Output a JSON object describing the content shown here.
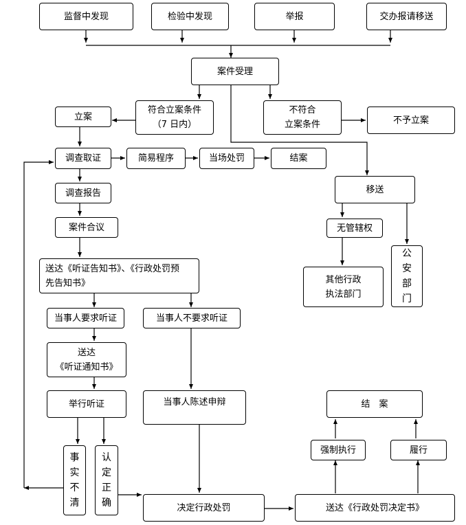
{
  "nodes": {
    "jiandu": "监督中发现",
    "jianyan": "检验中发现",
    "jubao": "举报",
    "jiaoban": "交办报请移送",
    "shouli": "案件受理",
    "fuhe_l1": "符合立案条件",
    "fuhe_l2": "（7 日内）",
    "bufuhe_l1": "不符合",
    "bufuhe_l2": "立案条件",
    "buyu": "不予立案",
    "lian": "立案",
    "diaocha": "调查取证",
    "jianyi": "简易程序",
    "dangchang": "当场处罚",
    "jiean1": "结案",
    "yisong": "移送",
    "baogao": "调查报告",
    "heyi": "案件合议",
    "wuguan": "无管辖权",
    "qita_l1": "其他行政",
    "qita_l2": "执法部门",
    "gongan": "公安部门",
    "songda1_l1": "送达《听证告知书》、《行政处罚预",
    "songda1_l2": "先告知书》",
    "yaoqiu": "当事人要求听证",
    "buyaoqiu": "当事人不要求听证",
    "songda2_l1": "送达",
    "songda2_l2": "《听证通知书》",
    "juxing": "举行听证",
    "chenshu": "当事人陈述申辩",
    "jiean2": "结　案",
    "qiangzhi": "强制执行",
    "lvxing": "履行",
    "shishi": "事实不清",
    "rending": "认定正确",
    "jueding": "决定行政处罚",
    "songda3": "送达《行政处罚决定书》"
  }
}
